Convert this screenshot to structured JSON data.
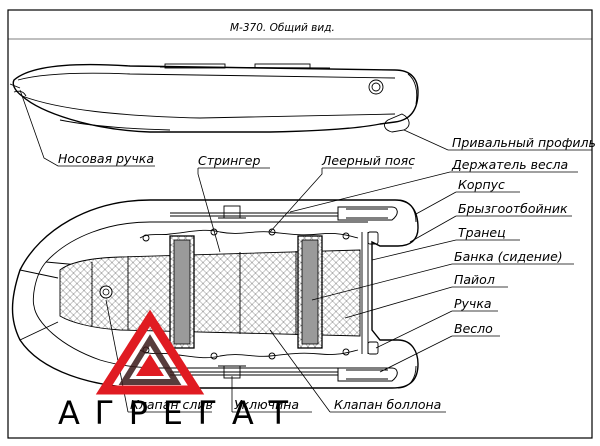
{
  "title": "М-370. Общий вид.",
  "labels": {
    "bow_handle": "Носовая ручка",
    "stringer": "Стрингер",
    "rope": "Леерный пояс",
    "oar_holder": "Держатель весла",
    "hull": "Корпус",
    "splash_guard": "Брызгоотбойник",
    "transom": "Транец",
    "seat": "Банка (сидение)",
    "floor": "Пайол",
    "handle": "Ручка",
    "oar": "Весло",
    "rub_profile": "Привальный профиль",
    "valve": "Клапан боллона",
    "oarlock": "Уключина",
    "drain_valve": "Клапан слив"
  },
  "logo": {
    "text": "АГРЕГАТ",
    "color_red": "#e01b22",
    "color_dark": "#3a1a1a"
  }
}
